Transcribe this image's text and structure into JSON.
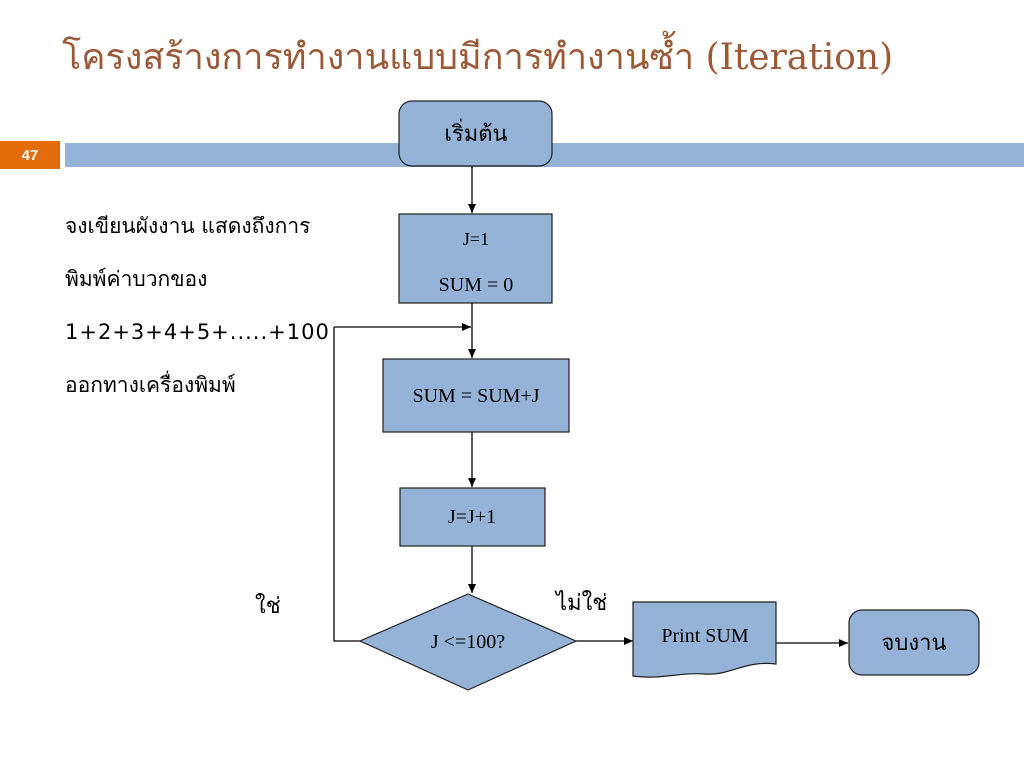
{
  "slide": {
    "title": "โครงสร้างการทำงานแบบมีการทำงานซ้ำ (Iteration)",
    "page_number": "47"
  },
  "instructions": {
    "line1": "จงเขียนผังงาน แสดงถึงการ",
    "line2": "พิมพ์ค่าบวกของ",
    "line3": "1+2+3+4+5+.....+100",
    "line4": "ออกทางเครื่องพิมพ์"
  },
  "flowchart": {
    "start": "เริ่มต้น",
    "init_line1": "J=1",
    "init_line2": "SUM = 0",
    "accumulate": "SUM = SUM+J",
    "increment": "J=J+1",
    "decision": "J <=100?",
    "yes_label": "ใช่",
    "no_label": "ไม่ใช่",
    "output": "Print SUM",
    "end": "จบงาน"
  },
  "colors": {
    "title": "#9b5a37",
    "title_bar": "#95b3d7",
    "page_badge": "#e46c0a",
    "node_fill": "#95b3d7",
    "node_stroke": "#1f1f1f"
  }
}
